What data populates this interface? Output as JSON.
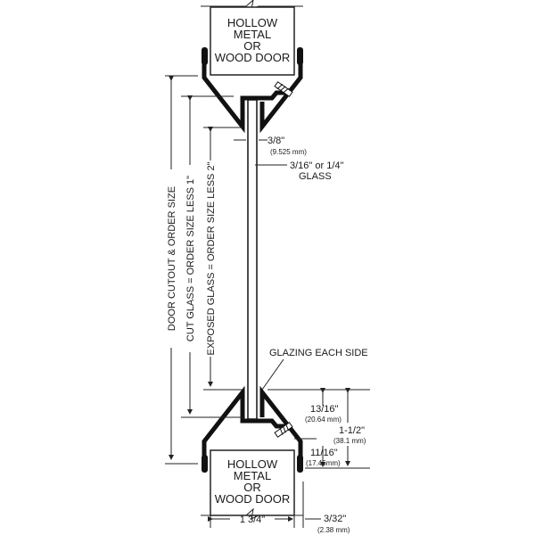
{
  "top_door": {
    "line1": "HOLLOW",
    "line2": "METAL",
    "line3": "OR",
    "line4": "WOOD DOOR"
  },
  "bottom_door": {
    "line1": "HOLLOW",
    "line2": "METAL",
    "line3": "OR",
    "line4": "WOOD DOOR"
  },
  "dimensions": {
    "door_cutout": "DOOR CUTOUT & ORDER SIZE",
    "cut_glass": "CUT GLASS = ORDER SIZE LESS 1\"",
    "exposed_glass": "EXPOSED GLASS = ORDER SIZE LESS 2\"",
    "stop_width": "3/8\"",
    "stop_width_mm": "(9.525 mm)",
    "glass_thickness": "3/16\" or 1/4\"",
    "glass_label": "GLASS",
    "glazing": "GLAZING EACH SIDE",
    "d13_16": "13/16\"",
    "d13_16_mm": "(20.64 mm)",
    "d1_1_2": "1-1/2\"",
    "d1_1_2_mm": "(38.1 mm)",
    "d11_16": "11/16\"",
    "d11_16_mm": "(17.46mm)",
    "door_thickness": "1 3/4\"",
    "d3_32": "3/32\"",
    "d3_32_mm": "(2.38 mm)"
  }
}
